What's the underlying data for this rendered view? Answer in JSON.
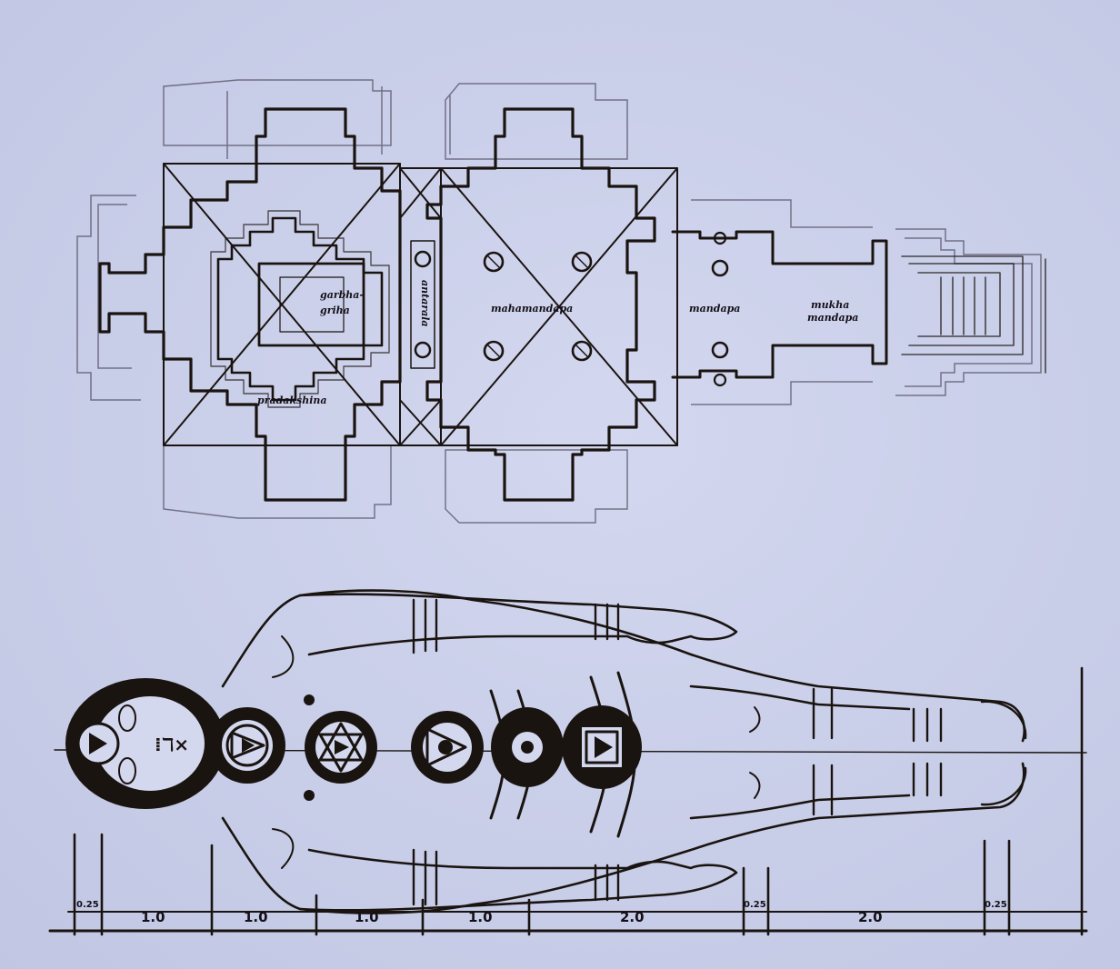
{
  "slide": {
    "background_color": "#c9cee9",
    "ink_color": "#1a1410"
  },
  "temple_plan": {
    "labels": {
      "garbhagriha_line1": "garbha-",
      "garbhagriha_line2": "griha",
      "antarala": "antarala",
      "pradakshina": "pradakshina",
      "mahamandapa": "mahamandapa",
      "mandapa": "mandapa",
      "mukhamandapa_line1": "mukha",
      "mukhamandapa_line2": "mandapa"
    }
  },
  "body_figure": {
    "chakras": [
      {
        "name": "sahasrara/ajna (head)",
        "symbol": "triangle-in-circle"
      },
      {
        "name": "vishuddha (throat)",
        "symbol": "triangle-in-lotus"
      },
      {
        "name": "anahata (heart)",
        "symbol": "hexagram-in-lotus"
      },
      {
        "name": "manipura (navel)",
        "symbol": "triangle-in-lotus"
      },
      {
        "name": "svadhisthana",
        "symbol": "circle-in-circle"
      },
      {
        "name": "muladhara",
        "symbol": "triangle-in-square"
      }
    ]
  },
  "scale_bar": {
    "segments": [
      "0.25",
      "1.0",
      "1.0",
      "1.0",
      "1.0",
      "2.0",
      "0.25",
      "2.0",
      "0.25"
    ]
  }
}
